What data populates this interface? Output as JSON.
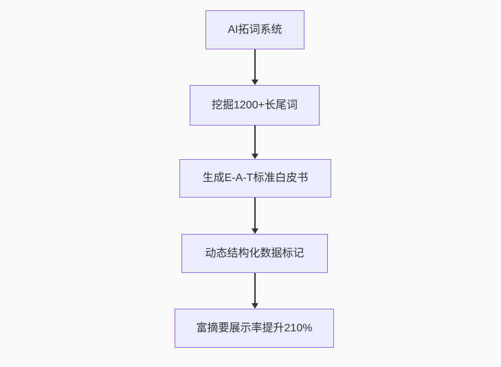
{
  "diagram": {
    "type": "flowchart",
    "direction": "top-down",
    "nodes": [
      {
        "id": "step-1",
        "label": "AI拓词系统"
      },
      {
        "id": "step-2",
        "label": "挖掘1200+长尾词"
      },
      {
        "id": "step-3",
        "label": "生成E-A-T标准白皮书"
      },
      {
        "id": "step-4",
        "label": "动态结构化数据标记"
      },
      {
        "id": "step-5",
        "label": "富摘要展示率提升210%"
      }
    ],
    "edges": [
      {
        "from": "step-1",
        "to": "step-2",
        "arrow": "down"
      },
      {
        "from": "step-2",
        "to": "step-3",
        "arrow": "down"
      },
      {
        "from": "step-3",
        "to": "step-4",
        "arrow": "down"
      },
      {
        "from": "step-4",
        "to": "step-5",
        "arrow": "down"
      }
    ],
    "colors": {
      "node_fill": "#ECECFF",
      "node_border": "#9370DB",
      "node_text": "#333333",
      "arrow": "#333333",
      "background": "#FAFAFA"
    }
  }
}
